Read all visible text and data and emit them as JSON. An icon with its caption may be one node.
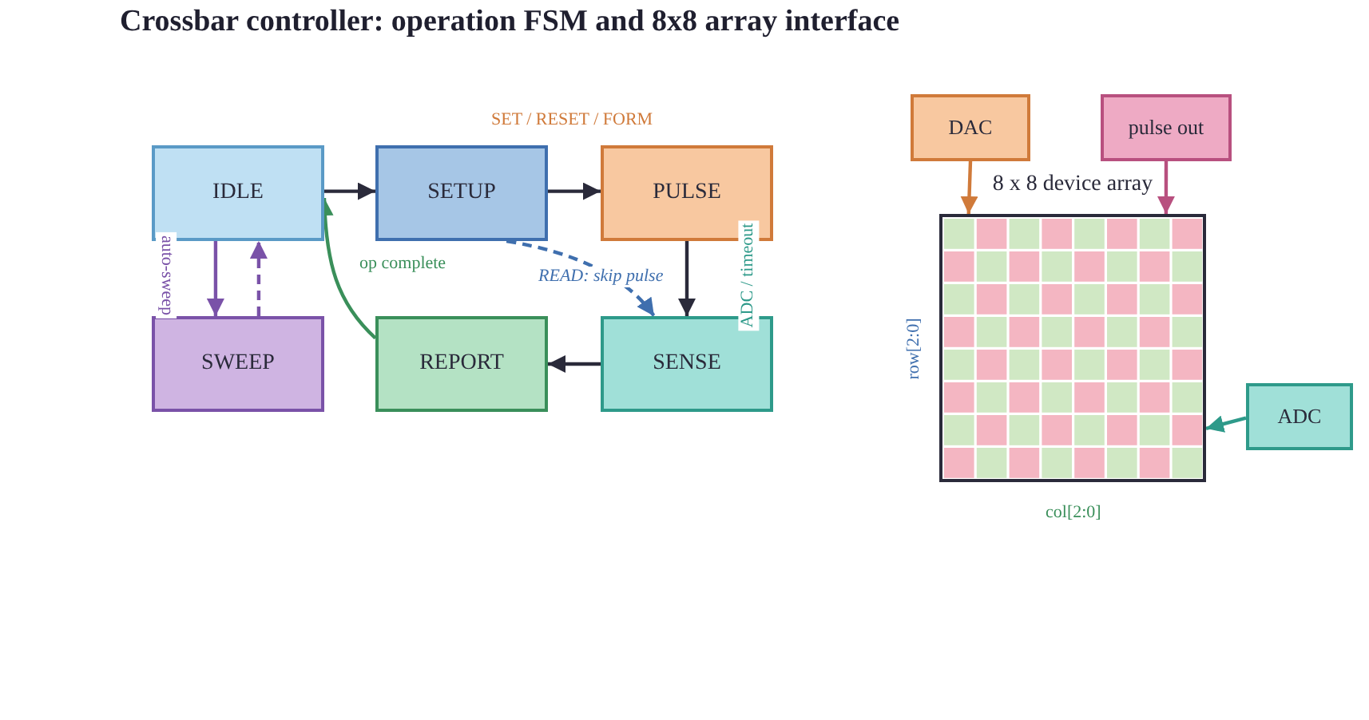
{
  "diagram": {
    "title": "Crossbar controller: operation FSM and 8x8 array interface",
    "nodes": [
      {
        "text": [
          "IDLE"
        ]
      },
      {
        "text": [
          "SETUP"
        ]
      },
      {
        "text": [
          "PULSE"
        ]
      },
      {
        "text": [
          "SWEEP"
        ]
      },
      {
        "text": [
          "REPORT"
        ]
      },
      {
        "text": [
          "SENSE"
        ]
      },
      {
        "text": [
          "DAC"
        ]
      },
      {
        "text": [
          "pulse out"
        ]
      },
      {
        "text": [
          "8 x 8 device array"
        ]
      },
      {
        "text": [
          "ADC"
        ]
      }
    ],
    "edges": [
      {
        "from": 0,
        "to": 1,
        "arrow": "to"
      },
      {
        "from": 1,
        "to": 2,
        "arrow": "to",
        "label": "SET / RESET / FORM"
      },
      {
        "from": 2,
        "to": 5,
        "arrow": "to",
        "label": "ADC / timeout"
      },
      {
        "from": 5,
        "to": 4,
        "arrow": "to"
      },
      {
        "from": 4,
        "to": 0,
        "arrow": "to",
        "label": "op complete",
        "color": "#3a8f5a"
      },
      {
        "from": 1,
        "to": 5,
        "arrow": "to",
        "label": "READ: skip pulse",
        "style": "dashed",
        "color": "#3f6fae"
      },
      {
        "from": 0,
        "to": 3,
        "arrow": "to",
        "label": "auto-sweep",
        "color": "#7a52a8"
      },
      {
        "from": 3,
        "to": 0,
        "arrow": "to",
        "style": "dashed",
        "color": "#7a52a8"
      },
      {
        "from": 6,
        "to": 8,
        "arrow": "to",
        "color": "#d07a3a"
      },
      {
        "from": 7,
        "to": 8,
        "arrow": "to",
        "color": "#b8507f"
      },
      {
        "from": 9,
        "to": 8,
        "arrow": "to",
        "color": "#2e9a8a"
      }
    ],
    "labels": [
      "row[2:0]",
      "col[2:0]"
    ]
  }
}
